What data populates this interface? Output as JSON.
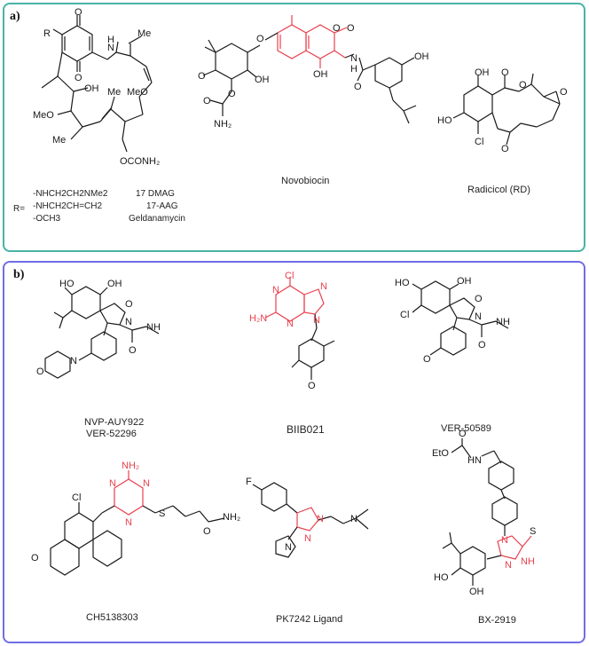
{
  "panel_a": {
    "letter": "a)",
    "compounds": {
      "geldanamycin_core": {
        "atoms": {
          "r": "R",
          "o1": "O",
          "o2": "O",
          "nh": "N",
          "h": "H",
          "me1": "Me",
          "meo1": "MeO",
          "oh1": "OH",
          "meo2": "MeO",
          "me2": "Me",
          "me3": "Me",
          "oconh2": "OCONH₂"
        }
      },
      "novobiocin": {
        "name": "Novobiocin",
        "atoms": {
          "oh1": "OH",
          "o_ring": "O",
          "o_link": "O",
          "o_lac": "O",
          "o_keto": "O",
          "nh": "N",
          "h": "H",
          "oh2": "OH",
          "oh3": "OH",
          "o_ome": "O",
          "o_carb": "O",
          "o_c": "O",
          "nh2": "NH₂",
          "o_amide": "O"
        }
      },
      "radicicol": {
        "name": "Radicicol (RD)",
        "atoms": {
          "oh1": "OH",
          "oh2": "HO",
          "o1": "O",
          "o2": "O",
          "cl": "Cl",
          "o3": "O",
          "o4": "O"
        }
      }
    },
    "r_groups": {
      "prefix": "R=",
      "rows": [
        {
          "substituent": "-NHCH2CH2NMe2",
          "name": "17 DMAG"
        },
        {
          "substituent": "-NHCH2CH=CH2",
          "name": "17-AAG"
        },
        {
          "substituent": "-OCH3",
          "name": "Geldanamycin"
        }
      ]
    }
  },
  "panel_b": {
    "letter": "b)",
    "compounds": [
      {
        "name": "NVP-AUY922",
        "name2": "VER-52296",
        "atoms": {
          "oh1": "HO",
          "oh2": "OH",
          "o_iso": "O",
          "n_iso": "N",
          "o_am": "O",
          "nh": "N",
          "h": "H",
          "o_morph": "O",
          "n_morph": "N"
        }
      },
      {
        "name": "BIIB021",
        "atoms": {
          "cl": "Cl",
          "n1": "N",
          "n2": "N",
          "n3": "N",
          "n4": "N",
          "h2n": "H₂N",
          "o": "O"
        }
      },
      {
        "name": "VER-50589",
        "atoms": {
          "ho": "HO",
          "oh": "OH",
          "cl": "Cl",
          "o_iso": "O",
          "n_iso": "N",
          "o_am": "O",
          "nh": "N",
          "h": "H",
          "o_me": "O"
        }
      },
      {
        "name": "CH5138303",
        "atoms": {
          "nh2": "NH₂",
          "cl": "Cl",
          "n1": "N",
          "n2": "N",
          "n3": "N",
          "s": "S",
          "o_am": "O",
          "nh2b": "NH₂",
          "o_ring": "O"
        }
      },
      {
        "name": "PK7242 Ligand",
        "atoms": {
          "f": "F",
          "n1": "N",
          "n2": "N",
          "n3": "N",
          "n4": "N"
        }
      },
      {
        "name": "BX-2919",
        "atoms": {
          "eto": "EtO",
          "o": "O",
          "hn": "HN",
          "n1": "N",
          "s": "S",
          "nh": "NH",
          "n2": "N",
          "ho": "HO",
          "oh": "OH"
        }
      }
    ]
  },
  "colors": {
    "panel_a_border": "#49b3a6",
    "panel_b_border": "#6f6ee6",
    "highlight": "#e8414f",
    "bond": "#1a1a1a"
  }
}
